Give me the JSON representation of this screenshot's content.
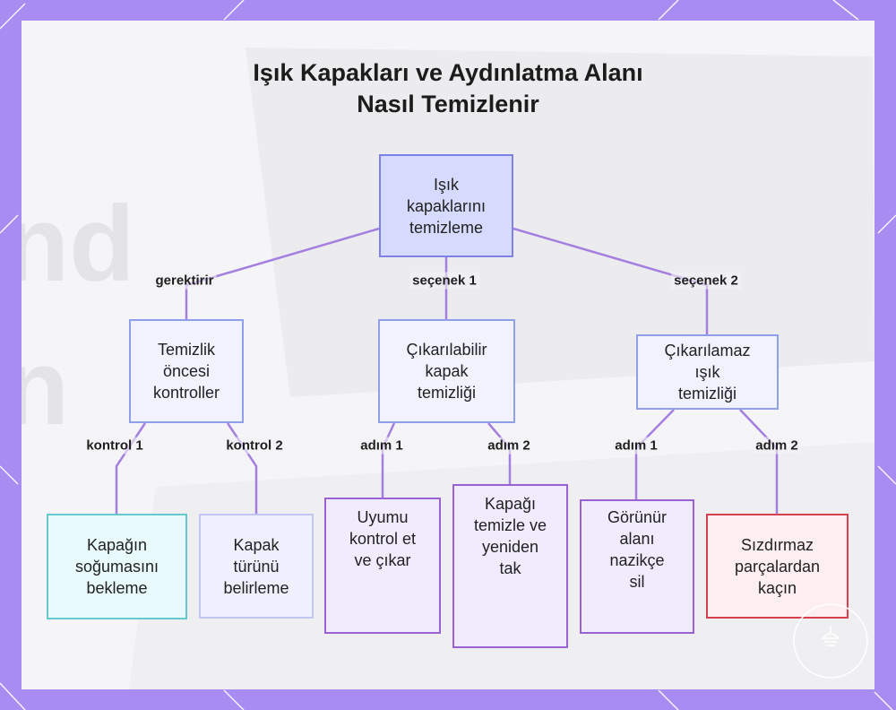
{
  "title_lines": [
    "Işık Kapakları ve Aydınlatma Alanı",
    "Nasıl Temizlenir"
  ],
  "nodes": {
    "root": {
      "lines": [
        "Işık",
        "kapaklarını",
        "temizleme"
      ]
    },
    "pre": {
      "lines": [
        "Temizlik",
        "öncesi",
        "kontroller"
      ]
    },
    "rem": {
      "lines": [
        "Çıkarılabilir",
        "kapak",
        "temizliği"
      ]
    },
    "nonrem": {
      "lines": [
        "Çıkarılamaz",
        "ışık",
        "temizliği"
      ]
    },
    "cool": {
      "lines": [
        "Kapağın",
        "soğumasını",
        "bekleme"
      ]
    },
    "type": {
      "lines": [
        "Kapak",
        "türünü",
        "belirleme"
      ]
    },
    "remove": {
      "lines": [
        "Uyumu",
        "kontrol et",
        "ve çıkar"
      ]
    },
    "clean": {
      "lines": [
        "Kapağı",
        "temizle ve",
        "yeniden",
        "tak"
      ]
    },
    "visible": {
      "lines": [
        "Görünür",
        "alanı",
        "nazikçe",
        "sil"
      ]
    },
    "avoid": {
      "lines": [
        "Sızdırmaz",
        "parçalardan",
        "kaçın"
      ]
    }
  },
  "edge_labels": {
    "requires": "gerektirir",
    "option1": "seçenek 1",
    "option2": "seçenek 2",
    "check1": "kontrol 1",
    "check2": "kontrol 2",
    "step1a": "adım 1",
    "step2a": "adım 2",
    "step1b": "adım 1",
    "step2b": "adım 2"
  },
  "colors": {
    "frame": "#a98cf2",
    "edge": "#a57fe0",
    "root": "#7d82e8",
    "teal": "#66c8cf",
    "purple": "#9b62d3",
    "red": "#d6404f"
  }
}
